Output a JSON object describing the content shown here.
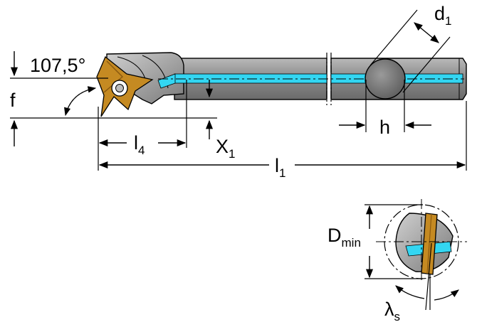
{
  "labels": {
    "angle": "107,5°",
    "f": "f",
    "l4": {
      "base": "l",
      "sub": "4"
    },
    "x1": {
      "base": "X",
      "sub": "1"
    },
    "l1": {
      "base": "l",
      "sub": "1"
    },
    "h": "h",
    "d1": {
      "base": "d",
      "sub": "1"
    },
    "dmin": {
      "base": "D",
      "sub": "min"
    },
    "lambda_s": {
      "base": "λ",
      "sub": "s"
    }
  },
  "colors": {
    "shank": "#909090",
    "shank_dark": "#6e6e6e",
    "coolant": "#33d6f2",
    "insert": "#c58a22",
    "insert_dark": "#8c5a10",
    "line": "#000000"
  }
}
